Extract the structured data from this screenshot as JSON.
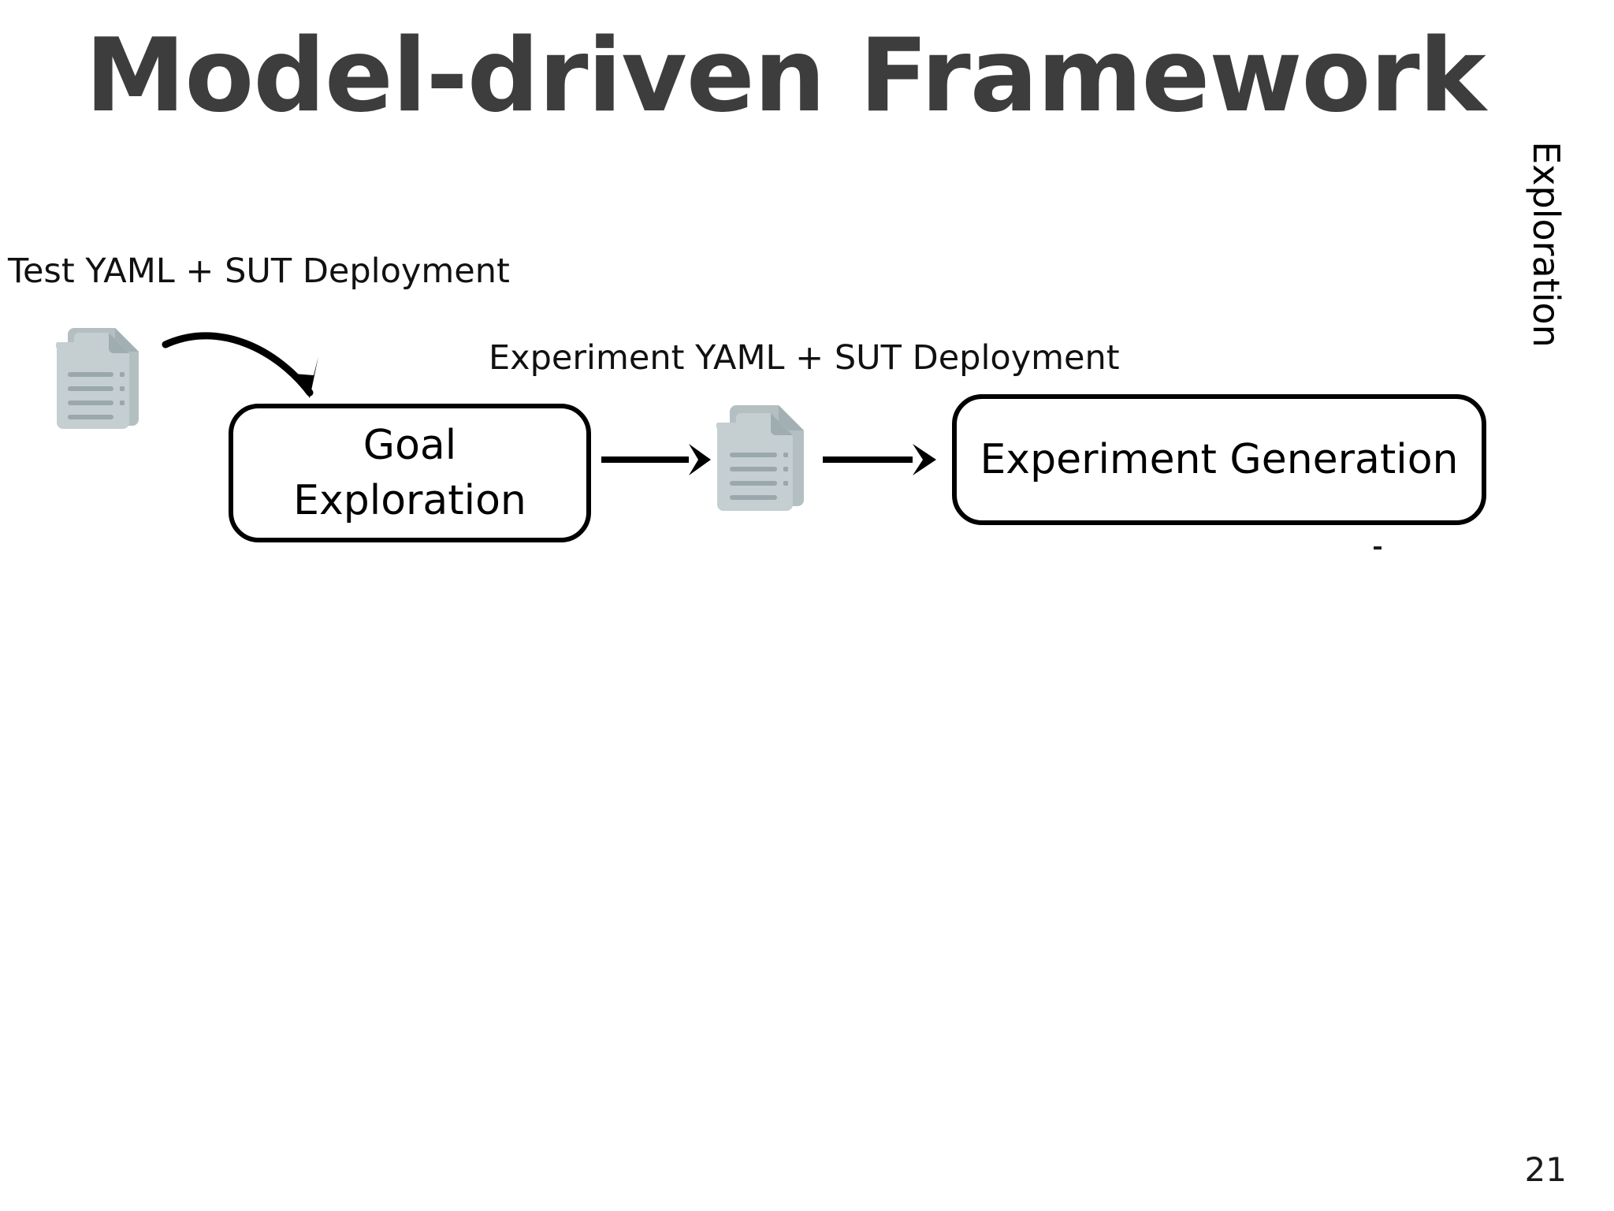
{
  "slide": {
    "title": "Model-driven Framework",
    "page_number": "21",
    "background_color": "#ffffff",
    "title_color": "#3d3d3d"
  },
  "diagram": {
    "labels": {
      "test_yaml": "Test YAML + SUT Deployment",
      "experiment_yaml": "Experiment YAML + SUT Deployment"
    },
    "nodes": [
      {
        "id": "goal-exploration",
        "label": "Goal\nExploration",
        "line1": "Goal",
        "line2": "Exploration",
        "shape": "rounded-rect",
        "border_color": "#000000",
        "fill_color": "#ffffff"
      },
      {
        "id": "experiment-generation",
        "label": "Experiment Generation",
        "shape": "rounded-rect",
        "border_color": "#000000",
        "fill_color": "#ffffff"
      }
    ],
    "icons": [
      {
        "id": "doc-icon-test",
        "name": "document-icon",
        "label": "Test YAML document",
        "page_color": "#c5cfd2",
        "back_page_color": "#b4bfc2",
        "line_color": "#9aa8ab"
      },
      {
        "id": "doc-icon-exp",
        "name": "document-icon",
        "label": "Experiment YAML document",
        "page_color": "#c5cfd2",
        "back_page_color": "#b4bfc2",
        "line_color": "#9aa8ab"
      }
    ],
    "arrows": [
      {
        "id": "arrow-doc-to-goal",
        "style": "curved",
        "from": "doc-icon-test",
        "to": "goal-exploration",
        "color": "#000000"
      },
      {
        "id": "arrow-goal-to-doc",
        "style": "straight",
        "from": "goal-exploration",
        "to": "doc-icon-exp",
        "color": "#000000"
      },
      {
        "id": "arrow-doc-to-experiment",
        "style": "straight",
        "from": "doc-icon-exp",
        "to": "experiment-generation",
        "color": "#000000"
      }
    ],
    "side_caption": "Exploration"
  }
}
